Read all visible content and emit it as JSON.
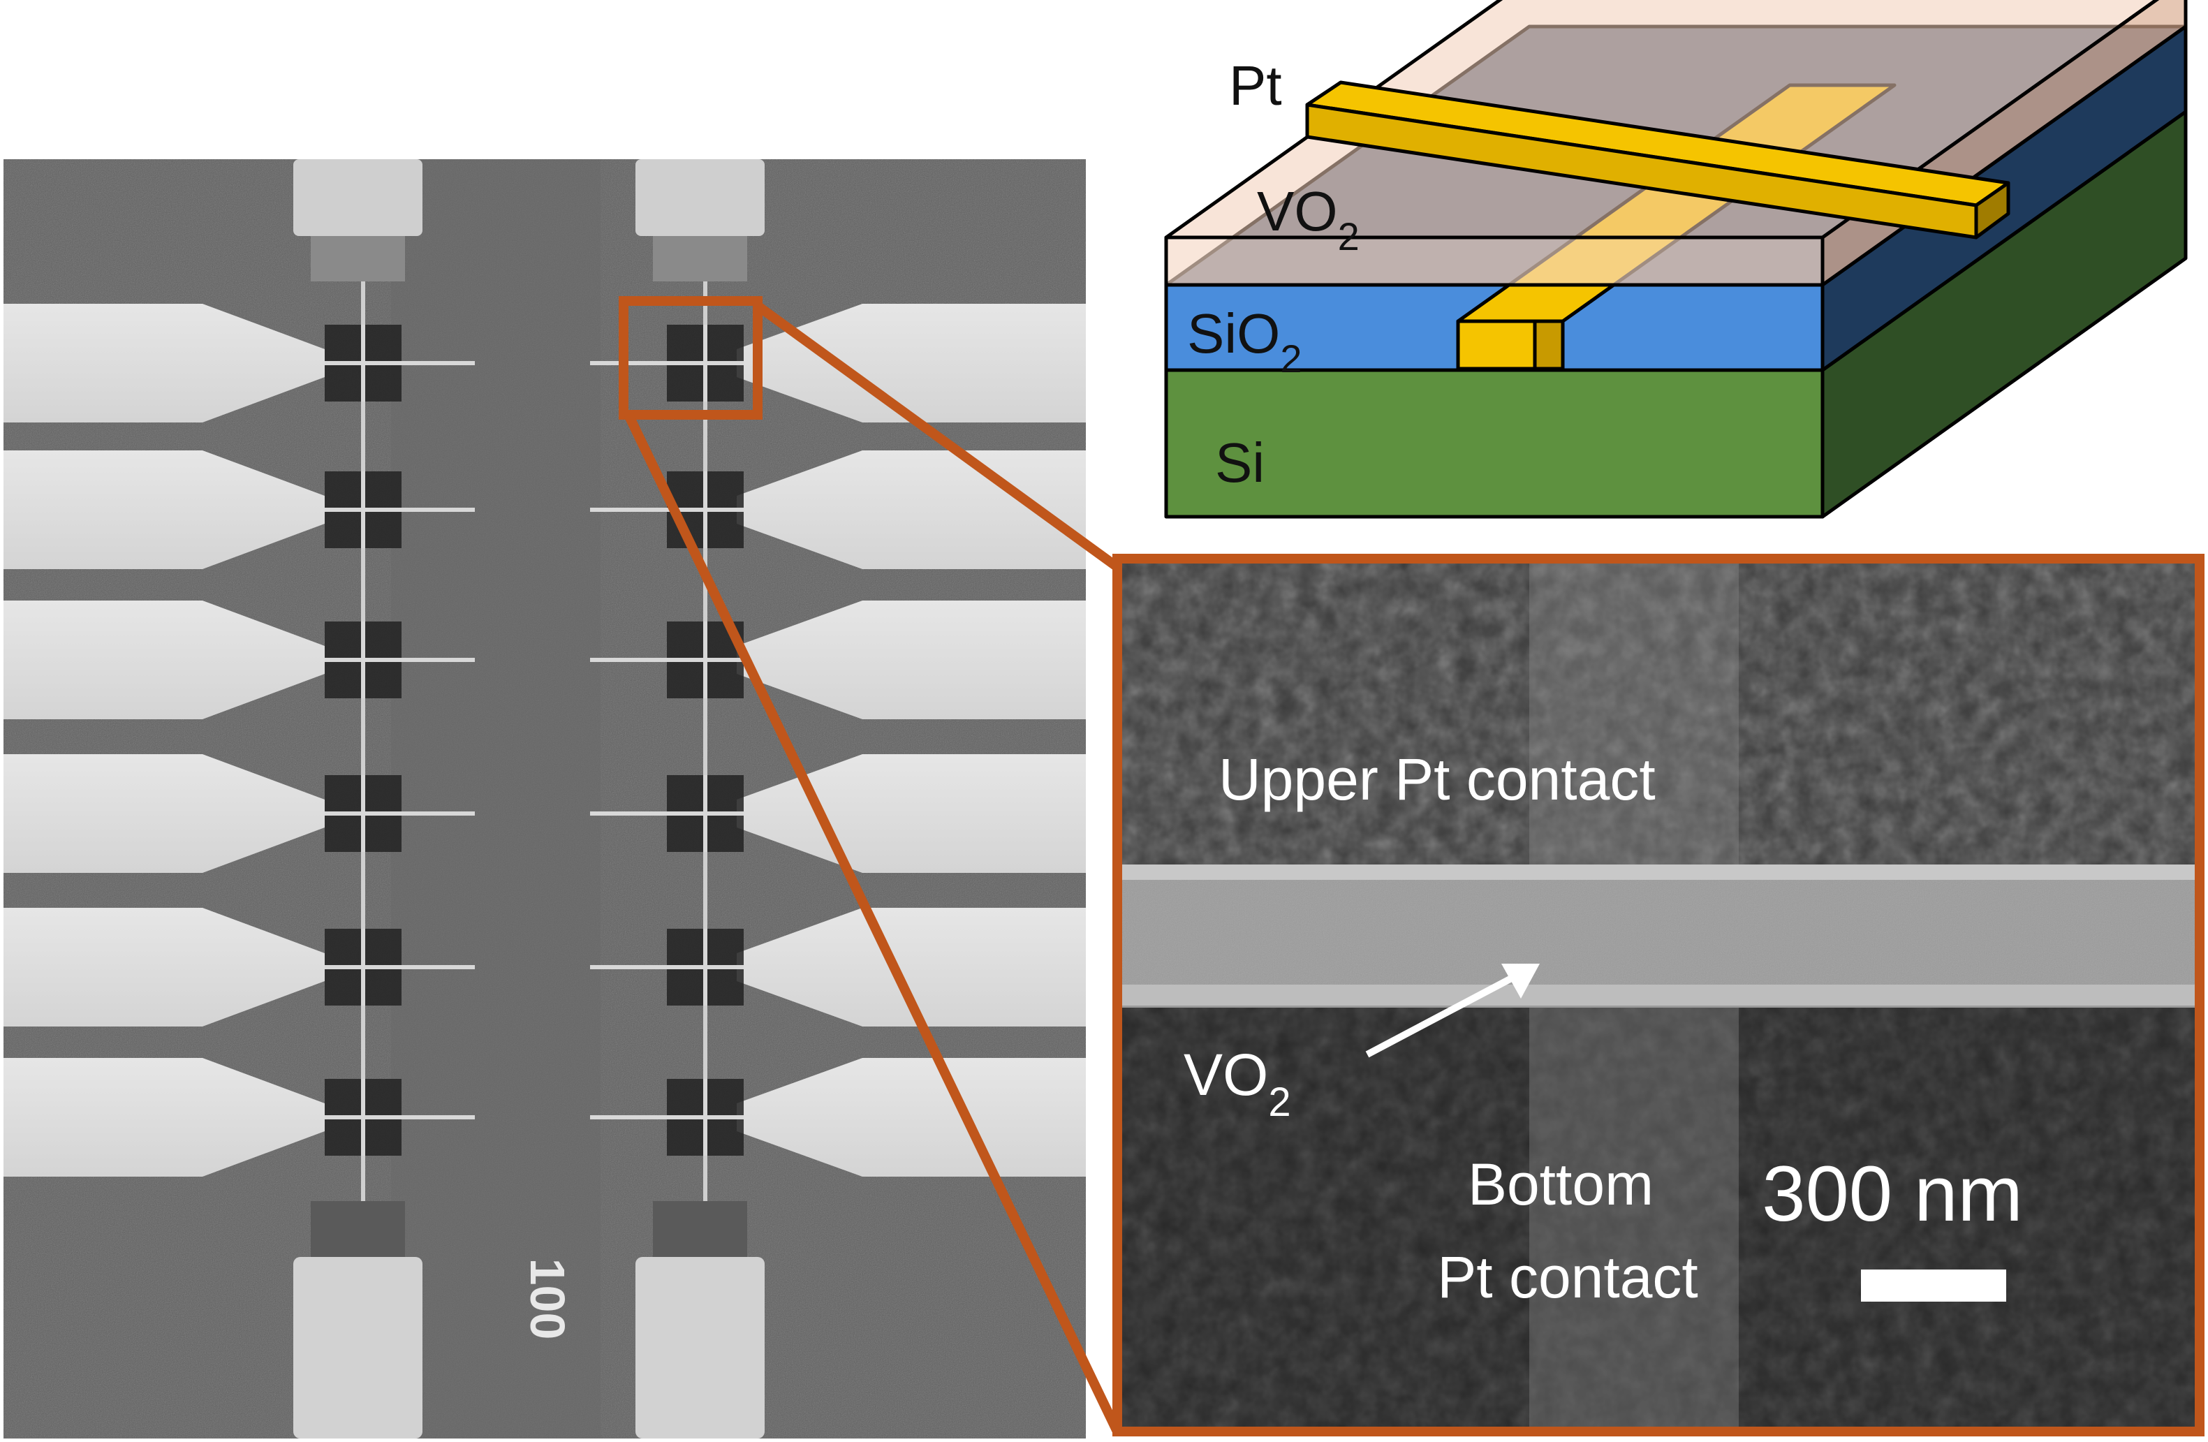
{
  "labels": {
    "pt": "Pt",
    "vo2_base": "VO",
    "vo2_sub": "2",
    "sio2_base": "SiO",
    "sio2_sub": "2",
    "si": "Si",
    "upper_contact": "Upper Pt contact",
    "inset_vo2_base": "VO",
    "inset_vo2_sub": "2",
    "bottom_line1": "Bottom",
    "bottom_line2": "Pt contact",
    "scale": "300 nm",
    "chip_mark": "100"
  },
  "colors": {
    "highlight": "#c0561b",
    "pt": "#f5c400",
    "pt_side": "#c89a00",
    "vo2": "#f2cdb8",
    "sio2": "#4a8ddc",
    "sio2_side": "#1e3a5c",
    "si": "#5e913f",
    "si_side": "#2f4f25"
  }
}
